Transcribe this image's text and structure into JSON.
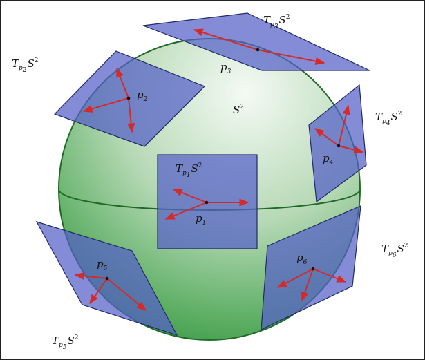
{
  "sphere": {
    "label": "S",
    "superscript": "2"
  },
  "points": [
    {
      "id": "p1",
      "name": "p",
      "index": "1",
      "tangent_label": "T",
      "space": "S",
      "dim": "2"
    },
    {
      "id": "p2",
      "name": "p",
      "index": "2",
      "tangent_label": "T",
      "space": "S",
      "dim": "2"
    },
    {
      "id": "p3",
      "name": "p",
      "index": "3",
      "tangent_label": "T",
      "space": "S",
      "dim": "2"
    },
    {
      "id": "p4",
      "name": "p",
      "index": "4",
      "tangent_label": "T",
      "space": "S",
      "dim": "2"
    },
    {
      "id": "p5",
      "name": "p",
      "index": "5",
      "tangent_label": "T",
      "space": "S",
      "dim": "2"
    },
    {
      "id": "p6",
      "name": "p",
      "index": "6",
      "tangent_label": "T",
      "space": "S",
      "dim": "2"
    }
  ],
  "colors": {
    "sphere_light": "#f2f8f2",
    "sphere_dark": "#2f8f3a",
    "sphere_outline": "#1f6a26",
    "plane_fill": "#5560c8",
    "plane_stroke": "#222a66",
    "vector": "#d42a2a"
  }
}
